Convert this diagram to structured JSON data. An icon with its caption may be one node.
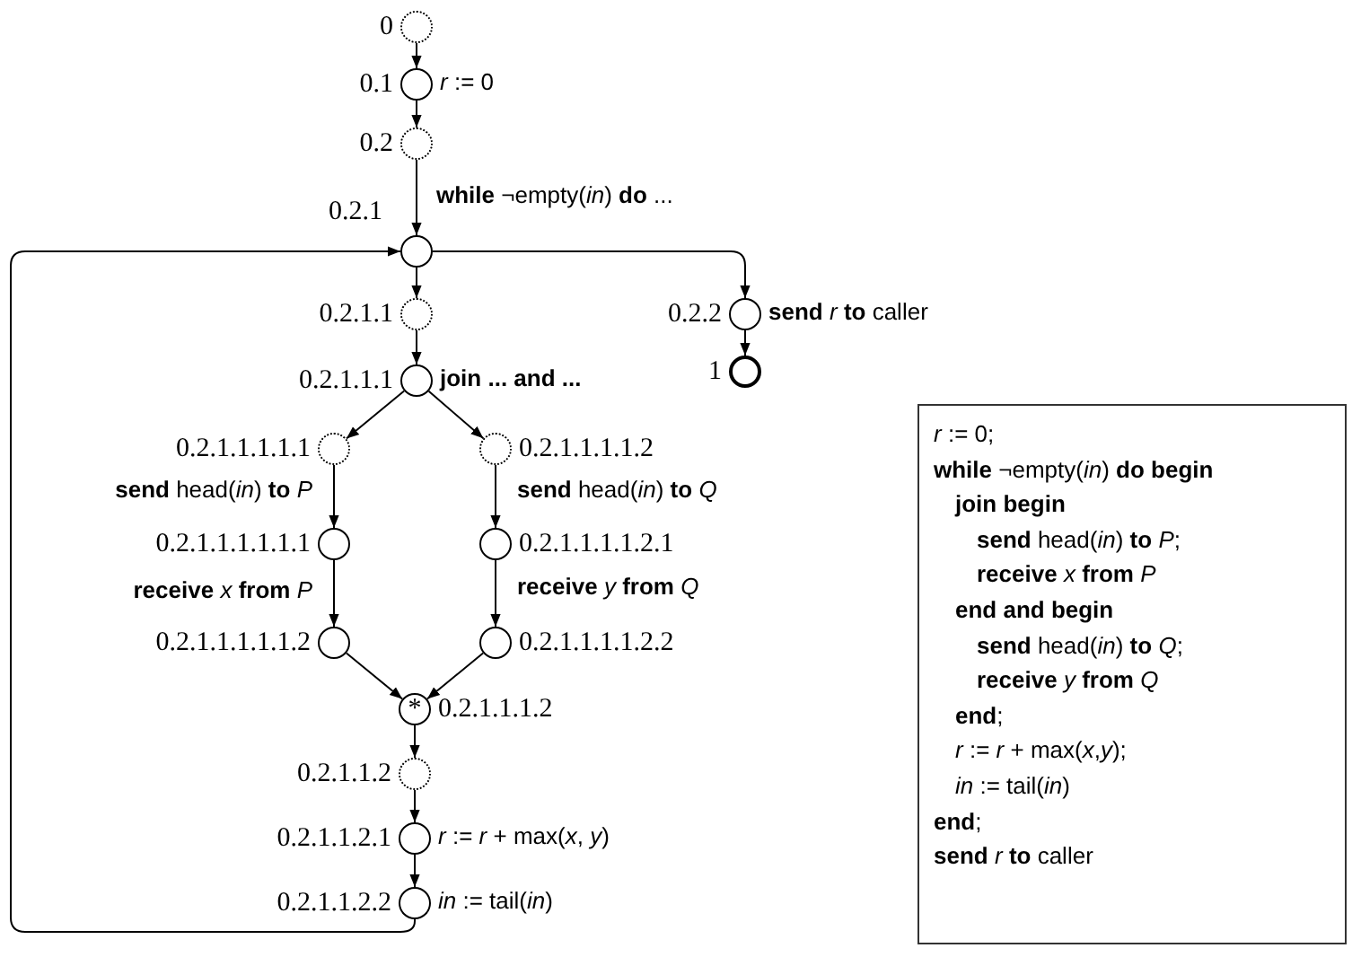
{
  "diagram": {
    "nodes": [
      {
        "text": [],
        "shape": "dotted-circle",
        "beside": [
          "0"
        ]
      },
      {
        "text": [],
        "shape": "circle",
        "beside": [
          "0.1",
          "*r* := 0"
        ]
      },
      {
        "text": [],
        "shape": "dotted-circle",
        "beside": [
          "0.2"
        ]
      },
      {
        "text": [],
        "shape": "circle",
        "beside": [
          "0.2.1"
        ]
      },
      {
        "text": [],
        "shape": "dotted-circle",
        "beside": [
          "0.2.1.1"
        ]
      },
      {
        "text": [],
        "shape": "circle",
        "beside": [
          "0.2.1.1.1",
          "**join ... and ...**"
        ]
      },
      {
        "text": [],
        "shape": "dotted-circle",
        "beside": [
          "0.2.1.1.1.1.1"
        ]
      },
      {
        "text": [],
        "shape": "dotted-circle",
        "beside": [
          "0.2.1.1.1.1.2"
        ]
      },
      {
        "text": [],
        "shape": "circle",
        "beside": [
          "0.2.1.1.1.1.1.1"
        ]
      },
      {
        "text": [],
        "shape": "circle",
        "beside": [
          "0.2.1.1.1.1.2.1"
        ]
      },
      {
        "text": [],
        "shape": "circle",
        "beside": [
          "0.2.1.1.1.1.1.2"
        ]
      },
      {
        "text": [],
        "shape": "circle",
        "beside": [
          "0.2.1.1.1.1.2.2"
        ]
      },
      {
        "text": [
          "*"
        ],
        "beside": [
          "0.2.1.1.1.2"
        ]
      },
      {
        "text": [],
        "shape": "dotted-circle",
        "beside": [
          "0.2.1.1.2"
        ]
      },
      {
        "text": [],
        "shape": "circle",
        "beside": [
          "0.2.1.1.2.1",
          "*r* := *r* + max(*x*, *y*)"
        ]
      },
      {
        "text": [],
        "shape": "circle",
        "beside": [
          "0.2.1.1.2.2",
          "*in* := tail(*in*)"
        ]
      },
      {
        "text": [],
        "shape": "circle",
        "beside": [
          "0.2.2",
          "**send** *r* **to** caller"
        ]
      },
      {
        "text": [],
        "shape": "thick-circle",
        "beside": [
          "1"
        ]
      },
      {
        "text": [
          "*r* := 0;",
          "**while** ¬empty(*in*) **do begin**",
          "**join begin**",
          "**send** head(*in*) **to** *P*;",
          "**receive** *x* **from** *P*",
          "**end and begin**",
          "**send** head(*in*) **to** *Q*;",
          "**receive** *y* **from** *Q*",
          "**end**;",
          "*r* := *r* + max(*x*,*y*);",
          "*in* := tail(*in*)",
          "**end**;",
          "**send** *r* **to** caller"
        ]
      }
    ],
    "edges": [
      {
        "from": 0,
        "to": 1,
        "arrow": "to"
      },
      {
        "from": 1,
        "to": 2,
        "arrow": "to"
      },
      {
        "from": 2,
        "to": 3,
        "arrow": "to",
        "label": "**while** ¬empty(*in*) **do** ..."
      },
      {
        "from": 3,
        "to": 4,
        "arrow": "to"
      },
      {
        "from": 4,
        "to": 5,
        "arrow": "to"
      },
      {
        "from": 5,
        "to": 6,
        "arrow": "to"
      },
      {
        "from": 5,
        "to": 7,
        "arrow": "to"
      },
      {
        "from": 6,
        "to": 8,
        "arrow": "to",
        "label": "**send** head(*in*) **to** *P*"
      },
      {
        "from": 7,
        "to": 9,
        "arrow": "to",
        "label": "**send** head(*in*) **to** *Q*"
      },
      {
        "from": 8,
        "to": 10,
        "arrow": "to",
        "label": "**receive** *x* **from** *P*"
      },
      {
        "from": 9,
        "to": 11,
        "arrow": "to",
        "label": "**receive** *y* **from** *Q*"
      },
      {
        "from": 10,
        "to": 12,
        "arrow": "to"
      },
      {
        "from": 11,
        "to": 12,
        "arrow": "to"
      },
      {
        "from": 12,
        "to": 13,
        "arrow": "to"
      },
      {
        "from": 13,
        "to": 14,
        "arrow": "to"
      },
      {
        "from": 14,
        "to": 15,
        "arrow": "to"
      },
      {
        "from": 15,
        "to": 3,
        "arrow": "to"
      },
      {
        "from": 3,
        "to": 16,
        "arrow": "to"
      },
      {
        "from": 16,
        "to": 17,
        "arrow": "to"
      }
    ]
  }
}
